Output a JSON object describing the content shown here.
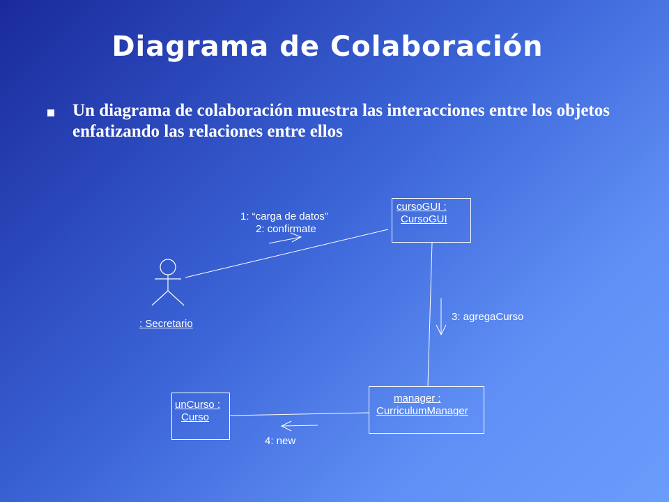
{
  "slide": {
    "title": "Diagrama de Colaboración",
    "bullet": "Un diagrama de colaboración muestra las interacciones entre los objetos enfatizando las relaciones entre ellos"
  },
  "diagram": {
    "actor": {
      "label": ": Secretario"
    },
    "objects": {
      "curso_gui": {
        "line1": "cursoGUI :",
        "line2": "CursoGUI"
      },
      "manager": {
        "line1": "manager :",
        "line2": "CurriculumManager"
      },
      "un_curso": {
        "line1": "unCurso :",
        "line2": "Curso"
      }
    },
    "messages": {
      "m1": "1: “carga de datos”",
      "m2": "2: confirmate",
      "m3": "3: agregaCurso",
      "m4": "4: new"
    }
  }
}
